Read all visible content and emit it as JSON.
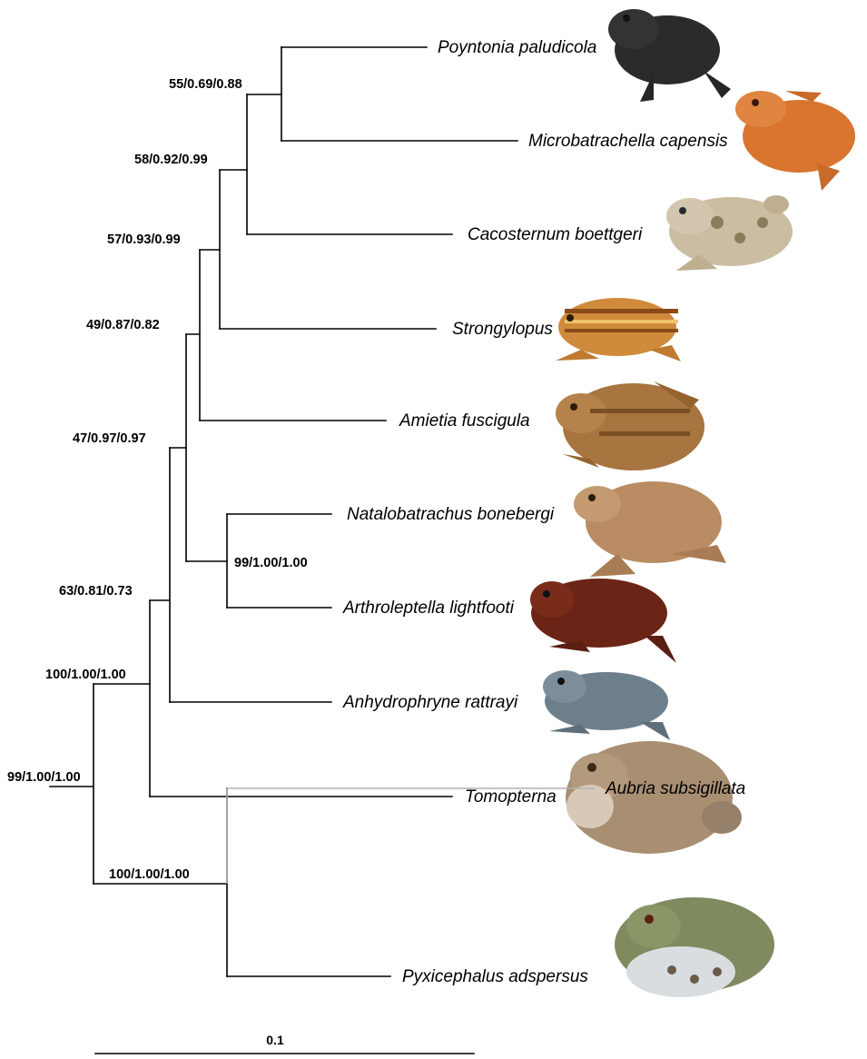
{
  "taxa": [
    {
      "id": "poyntonia",
      "label": "Poyntonia paludicola",
      "photo": "dark-grey-frog-photo",
      "photo_color": "#2b2b2b"
    },
    {
      "id": "microbatrachella",
      "label": "Microbatrachella capensis",
      "photo": "orange-frog-photo",
      "photo_color": "#d9752e"
    },
    {
      "id": "cacosternum",
      "label": "Cacosternum boettgeri",
      "photo": "beige-spotted-frog-photo",
      "photo_color": "#cbbda2"
    },
    {
      "id": "strongylopus",
      "label": "Strongylopus",
      "photo": "striped-frog-photo",
      "photo_color": "#d08a3c"
    },
    {
      "id": "amietia",
      "label": "Amietia fuscigula",
      "photo": "brown-frog-photo",
      "photo_color": "#a8743f"
    },
    {
      "id": "natalobatrachus",
      "label": "Natalobatrachus bonebergi",
      "photo": "tan-frog-photo",
      "photo_color": "#b98c63"
    },
    {
      "id": "arthroleptella",
      "label": "Arthroleptella lightfooti",
      "photo": "red-brown-frog-photo",
      "photo_color": "#6b2416"
    },
    {
      "id": "anhydrophryne",
      "label": "Anhydrophryne rattrayi",
      "photo": "blue-grey-frog-photo",
      "photo_color": "#6e7f8c"
    },
    {
      "id": "tomopterna",
      "label": "Tomopterna",
      "photo": "sand-frog-photo",
      "photo_color": "#a88f72"
    },
    {
      "id": "aubria",
      "label": "Aubria subsigillata",
      "photo": "",
      "photo_color": ""
    },
    {
      "id": "pyxicephalus",
      "label": "Pyxicephalus adspersus",
      "photo": "bullfrog-photo",
      "photo_color": "#7f8a5e"
    }
  ],
  "support": [
    {
      "id": "root",
      "value": "99/1.00/1.00"
    },
    {
      "id": "node-a",
      "value": "100/1.00/1.00"
    },
    {
      "id": "node-b",
      "value": "100/1.00/1.00"
    },
    {
      "id": "node-c",
      "value": "63/0.81/0.73"
    },
    {
      "id": "node-d",
      "value": "47/0.97/0.97"
    },
    {
      "id": "node-e",
      "value": "49/0.87/0.82"
    },
    {
      "id": "node-f",
      "value": "99/1.00/1.00"
    },
    {
      "id": "node-g",
      "value": "57/0.93/0.99"
    },
    {
      "id": "node-h",
      "value": "58/0.92/0.99"
    },
    {
      "id": "node-i",
      "value": "55/0.69/0.88"
    }
  ],
  "scale_bar": {
    "label": "0.1"
  },
  "colors": {
    "branch": "#000000",
    "grey_branch": "#b3b3b3"
  }
}
